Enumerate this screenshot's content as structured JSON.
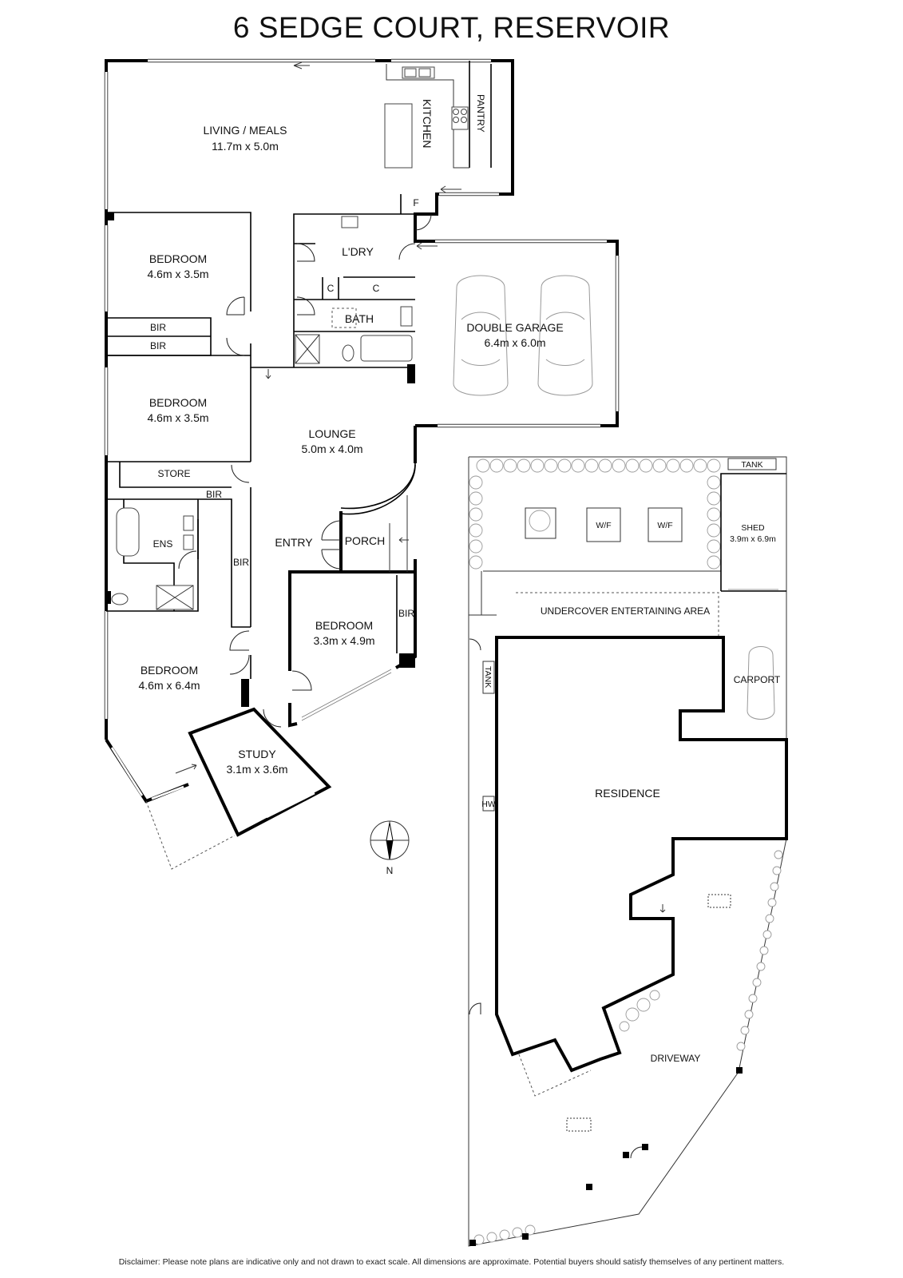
{
  "title": "6 SEDGE COURT, RESERVOIR",
  "disclaimer": "Disclaimer: Please note plans are indicative only and not drawn to exact scale. All dimensions are approximate. Potential buyers should satisfy themselves of any pertinent matters.",
  "rooms": {
    "living": {
      "name": "LIVING / MEALS",
      "dims": "11.7m x 5.0m"
    },
    "kitchen": {
      "name": "KITCHEN"
    },
    "pantry": {
      "name": "PANTRY"
    },
    "fridge": {
      "name": "F"
    },
    "laundry": {
      "name": "L'DRY"
    },
    "cupboard1": {
      "name": "C"
    },
    "cupboard2": {
      "name": "C"
    },
    "bath": {
      "name": "BATH"
    },
    "garage": {
      "name": "DOUBLE GARAGE",
      "dims": "6.4m x 6.0m"
    },
    "bedroom1": {
      "name": "BEDROOM",
      "dims": "4.6m x 3.5m"
    },
    "bir1": {
      "name": "BIR"
    },
    "bir2": {
      "name": "BIR"
    },
    "bedroom2": {
      "name": "BEDROOM",
      "dims": "4.6m x 3.5m"
    },
    "lounge": {
      "name": "LOUNGE",
      "dims": "5.0m x 4.0m"
    },
    "store": {
      "name": "STORE"
    },
    "bir3": {
      "name": "BIR"
    },
    "ens": {
      "name": "ENS"
    },
    "bir4": {
      "name": "BIR"
    },
    "entry": {
      "name": "ENTRY"
    },
    "porch": {
      "name": "PORCH"
    },
    "bedroom3": {
      "name": "BEDROOM",
      "dims": "3.3m x 4.9m"
    },
    "bir5": {
      "name": "BIR"
    },
    "bedroom4": {
      "name": "BEDROOM",
      "dims": "4.6m x 6.4m"
    },
    "study": {
      "name": "STUDY",
      "dims": "3.1m x 3.6m"
    }
  },
  "site": {
    "tank1": "TANK",
    "shed": {
      "name": "SHED",
      "dims": "3.9m x 6.9m"
    },
    "wf1": "W/F",
    "wf2": "W/F",
    "entertaining": "UNDERCOVER ENTERTAINING AREA",
    "tank2": "TANK",
    "carport": "CARPORT",
    "residence": "RESIDENCE",
    "hw": "HW",
    "driveway": "DRIVEWAY"
  },
  "compass": {
    "label": "N"
  }
}
